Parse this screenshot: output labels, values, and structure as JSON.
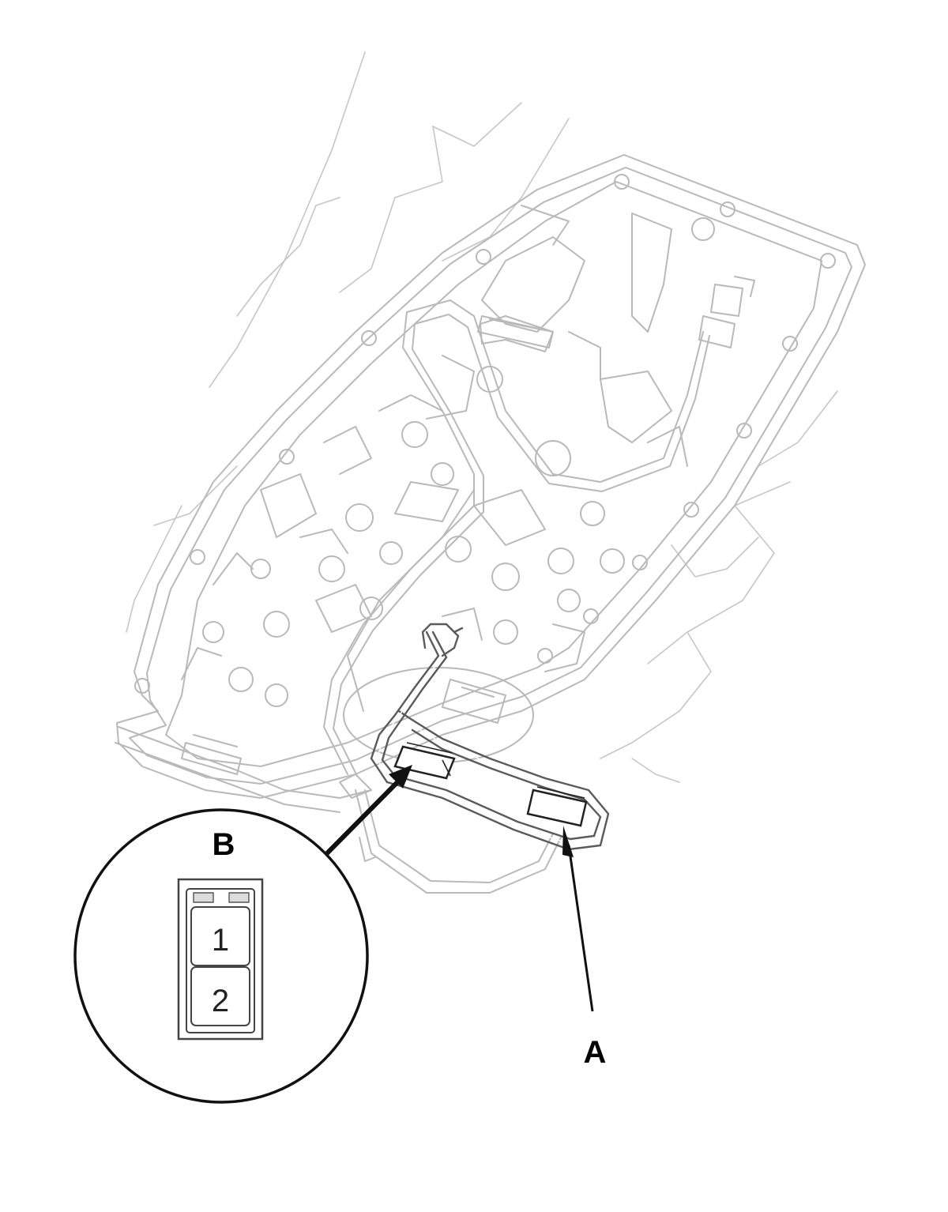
{
  "callouts": {
    "a": "A",
    "b": "B"
  },
  "detail_b": {
    "pins": [
      "1",
      "2"
    ]
  },
  "colors": {
    "ghost_lines": "#b9b9b9",
    "callout": "#111111",
    "harness": "#5a5a5a"
  }
}
